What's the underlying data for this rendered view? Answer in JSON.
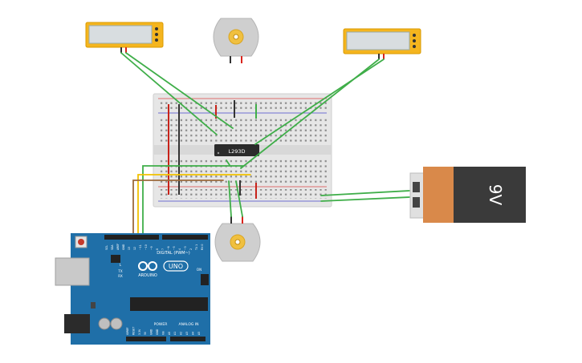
{
  "chip_label": "L293D",
  "battery_label": "9V",
  "arduino": {
    "logo_text": "ARDUINO",
    "model_text": "UNO",
    "digital_label": "DIGITAL (PWM~)",
    "power_label": "POWER",
    "analog_label": "ANALOG IN",
    "on_label": "ON",
    "l_label": "L",
    "tx_label": "TX",
    "rx_label": "RX",
    "top_pin_labels": [
      "SCL",
      "SDA",
      "AREF",
      "GND",
      "13",
      "12",
      "~11",
      "~10",
      "~9",
      "8",
      "7",
      "~6",
      "~5",
      "4",
      "~3",
      "2",
      "TX 1",
      "RX 0"
    ],
    "bottom_pin_labels": [
      "IOREF",
      "RESET",
      "3.3V",
      "5V",
      "GND",
      "GND",
      "Vin",
      "A0",
      "A1",
      "A2",
      "A3",
      "A4",
      "A5"
    ]
  },
  "colors": {
    "wire_green": "#3fae49",
    "wire_yellow": "#f2c200",
    "wire_brown": "#9c6a3c",
    "wire_black": "#333333",
    "wire_red": "#d9241b",
    "board_blue": "#1f6fa8",
    "battery_orange": "#d9894a",
    "gauge_yellow": "#f5b51e"
  }
}
